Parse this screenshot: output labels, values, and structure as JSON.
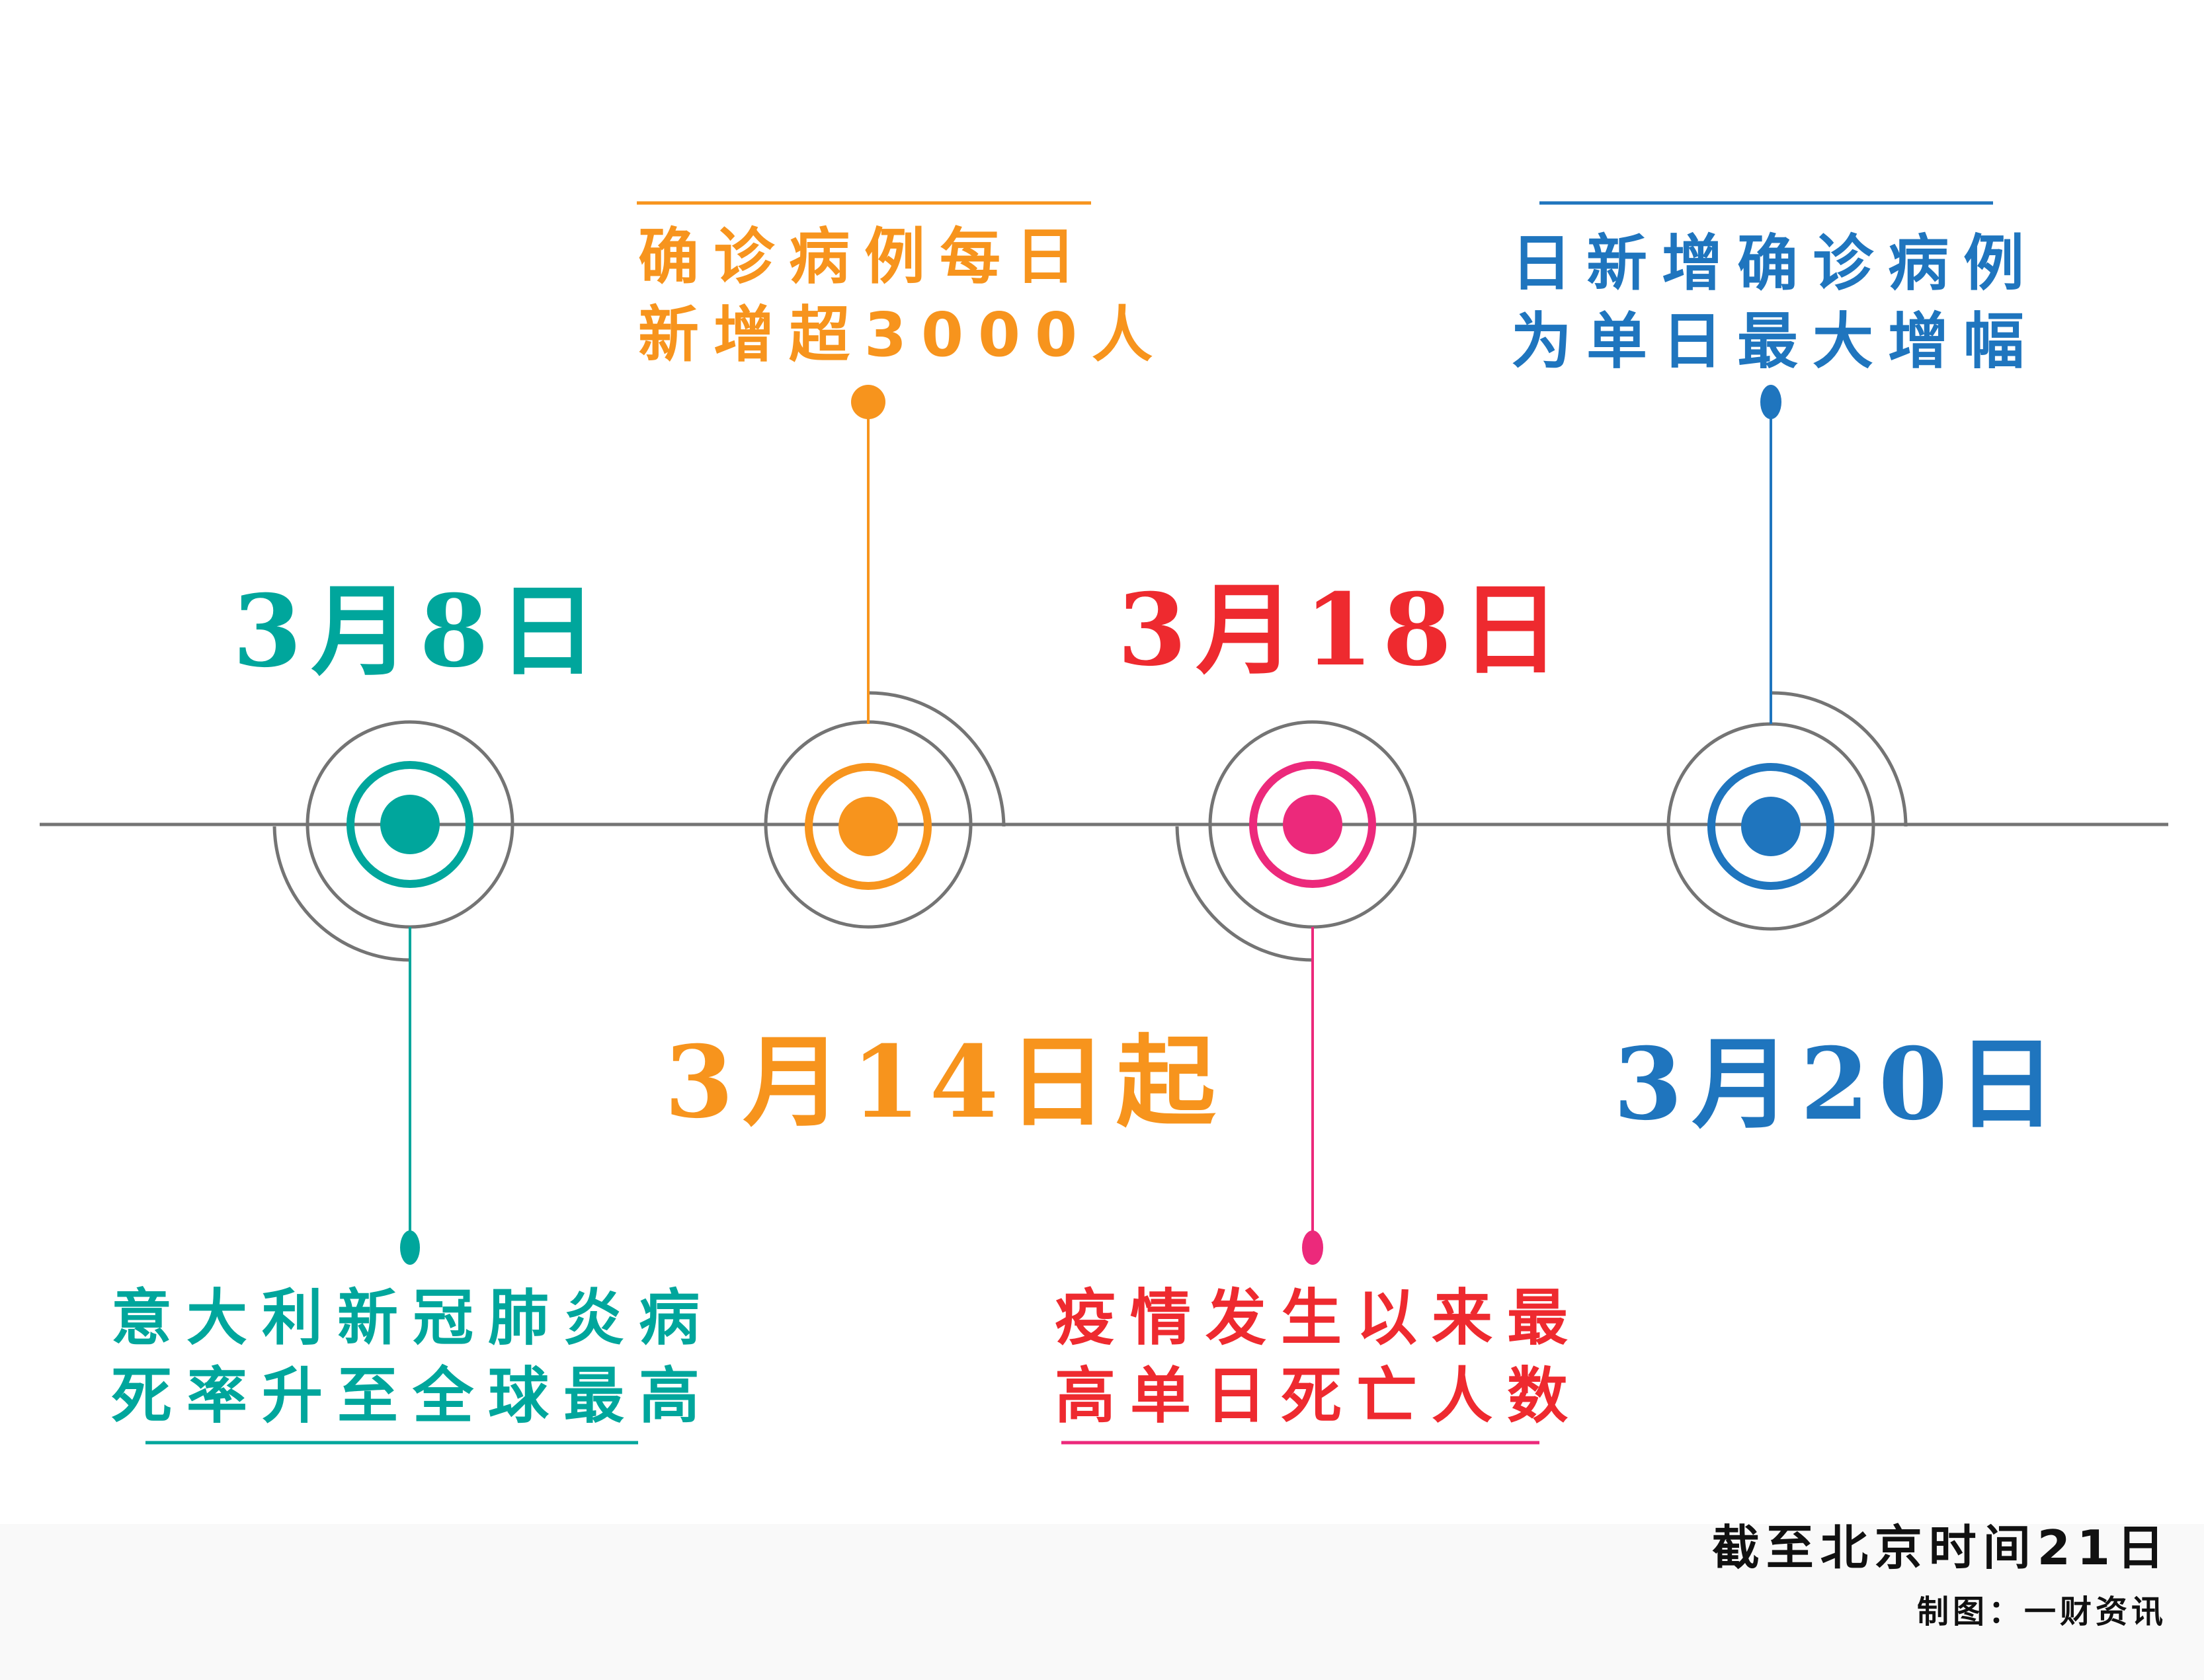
{
  "colors": {
    "axis": "#747474",
    "teal": "#00a69c",
    "orange": "#f7941d",
    "red": "#ee2a2f",
    "pink": "#ec297b",
    "blue": "#1f75be",
    "footer_bg": "#f9f9f9",
    "footer_text": "#111111"
  },
  "timeline": {
    "events": [
      {
        "id": "mar8",
        "date": "3月8日",
        "date_color": "#00a69c",
        "marker_color": "#00a69c",
        "description_lines": [
          "意大利新冠肺炎病",
          "死率升至全球最高"
        ],
        "description_color": "#00a69c",
        "callout_position": "below"
      },
      {
        "id": "mar14",
        "date": "3月14日起",
        "date_color": "#f7941d",
        "marker_color": "#f7941d",
        "description_lines": [
          "确诊病例每日",
          "新增超3000人"
        ],
        "description_color": "#f7941d",
        "callout_position": "above"
      },
      {
        "id": "mar18",
        "date": "3月18日",
        "date_color": "#ee2a2f",
        "marker_color": "#ec297b",
        "description_lines": [
          "疫情发生以来最",
          "高单日死亡人数"
        ],
        "description_color": "#ee2a2f",
        "callout_position": "below"
      },
      {
        "id": "mar20",
        "date": "3月20日",
        "date_color": "#1f75be",
        "marker_color": "#1f75be",
        "description_lines": [
          "日新增确诊病例",
          "为单日最大增幅"
        ],
        "description_color": "#1f75be",
        "callout_position": "above"
      }
    ]
  },
  "footer": {
    "as_of": "截至北京时间21日",
    "credit": "制图：一财资讯"
  }
}
